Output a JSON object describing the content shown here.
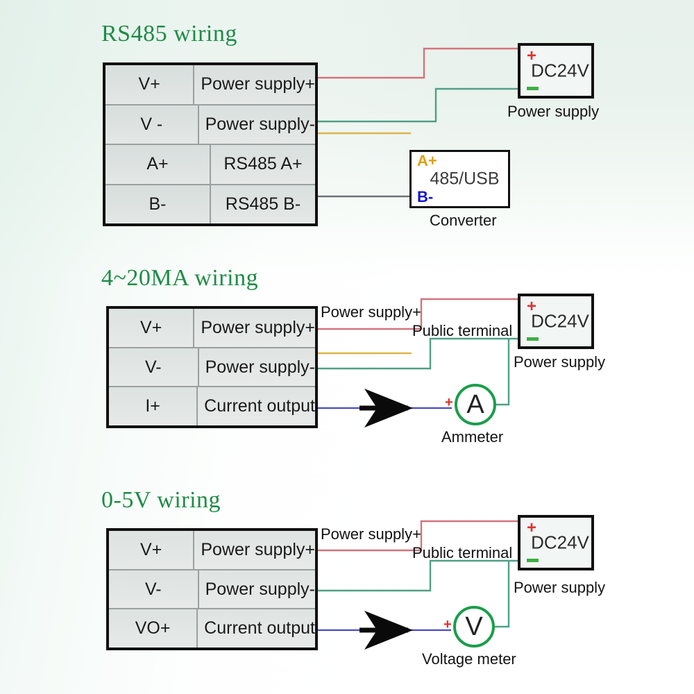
{
  "diagram": {
    "title_color": "#1e8c46",
    "sections": [
      {
        "id": "rs485",
        "title": "RS485 wiring",
        "table": {
          "rows": [
            {
              "terminal": "V+",
              "function": "Power supply+"
            },
            {
              "terminal": "V -",
              "function": "Power supply-"
            },
            {
              "terminal": "A+",
              "function": "RS485 A+"
            },
            {
              "terminal": "B-",
              "function": "RS485 B-"
            }
          ]
        },
        "power_supply": {
          "label": "DC24V",
          "plus": "+",
          "caption": "Power supply"
        },
        "converter": {
          "top_terminal": "A+",
          "middle": "485/USB",
          "bottom_terminal": "B-",
          "caption": "Converter",
          "top_color": "#e0a012",
          "bottom_color": "#1414d2"
        }
      },
      {
        "id": "ma420",
        "title": "4~20MA wiring",
        "table": {
          "rows": [
            {
              "terminal": "V+",
              "function": "Power supply+"
            },
            {
              "terminal": "V-",
              "function": "Power supply-"
            },
            {
              "terminal": "I+",
              "function": "Current output"
            }
          ]
        },
        "power_supply": {
          "label": "DC24V",
          "plus": "+",
          "caption": "Power supply"
        },
        "wire_labels": {
          "supply_plus": "Power supply+",
          "public_terminal": "Public terminal"
        },
        "meter": {
          "symbol": "A",
          "plus": "+",
          "caption": "Ammeter",
          "color": "#1a9e4b"
        }
      },
      {
        "id": "v05",
        "title": "0-5V wiring",
        "table": {
          "rows": [
            {
              "terminal": "V+",
              "function": "Power supply+"
            },
            {
              "terminal": "V-",
              "function": "Power supply-"
            },
            {
              "terminal": "VO+",
              "function": "Current output"
            }
          ]
        },
        "power_supply": {
          "label": "DC24V",
          "plus": "+",
          "caption": "Power supply"
        },
        "wire_labels": {
          "supply_plus": "Power supply+",
          "public_terminal": "Public terminal"
        },
        "meter": {
          "symbol": "V",
          "plus": "+",
          "caption": "Voltage meter",
          "color": "#1a9e4b"
        }
      }
    ],
    "wire_colors": {
      "positive": "#d4737b",
      "negative": "#4f9f86",
      "signal_yellow": "#dcb54a",
      "rs485_b": "#6f7172",
      "output_blue": "#4a4ac8"
    }
  }
}
